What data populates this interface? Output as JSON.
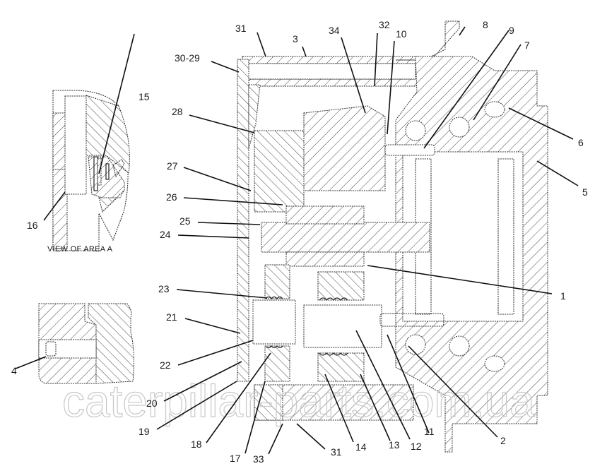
{
  "figure": {
    "caption_area_a": "VIEW OF AREA A",
    "watermark": "caterpillar-parts.com.ua",
    "callouts": [
      {
        "id": "c1",
        "label": "1"
      },
      {
        "id": "c2",
        "label": "2"
      },
      {
        "id": "c3",
        "label": "3"
      },
      {
        "id": "c4",
        "label": "4"
      },
      {
        "id": "c5",
        "label": "5"
      },
      {
        "id": "c6",
        "label": "6"
      },
      {
        "id": "c7",
        "label": "7"
      },
      {
        "id": "c8",
        "label": "8"
      },
      {
        "id": "c9",
        "label": "9"
      },
      {
        "id": "c10",
        "label": "10"
      },
      {
        "id": "c11",
        "label": "11"
      },
      {
        "id": "c12",
        "label": "12"
      },
      {
        "id": "c13",
        "label": "13"
      },
      {
        "id": "c14",
        "label": "14"
      },
      {
        "id": "c15",
        "label": "15"
      },
      {
        "id": "c16",
        "label": "16"
      },
      {
        "id": "c17",
        "label": "17"
      },
      {
        "id": "c18",
        "label": "18"
      },
      {
        "id": "c19",
        "label": "19"
      },
      {
        "id": "c20",
        "label": "20"
      },
      {
        "id": "c21",
        "label": "21"
      },
      {
        "id": "c22",
        "label": "22"
      },
      {
        "id": "c23",
        "label": "23"
      },
      {
        "id": "c24",
        "label": "24"
      },
      {
        "id": "c25",
        "label": "25"
      },
      {
        "id": "c26",
        "label": "26"
      },
      {
        "id": "c27",
        "label": "27"
      },
      {
        "id": "c28",
        "label": "28"
      },
      {
        "id": "c30-29",
        "label": "30-29"
      },
      {
        "id": "c31-top",
        "label": "31"
      },
      {
        "id": "c31-bottom",
        "label": "31"
      },
      {
        "id": "c32",
        "label": "32"
      },
      {
        "id": "c33",
        "label": "33"
      },
      {
        "id": "c34",
        "label": "34"
      }
    ]
  }
}
